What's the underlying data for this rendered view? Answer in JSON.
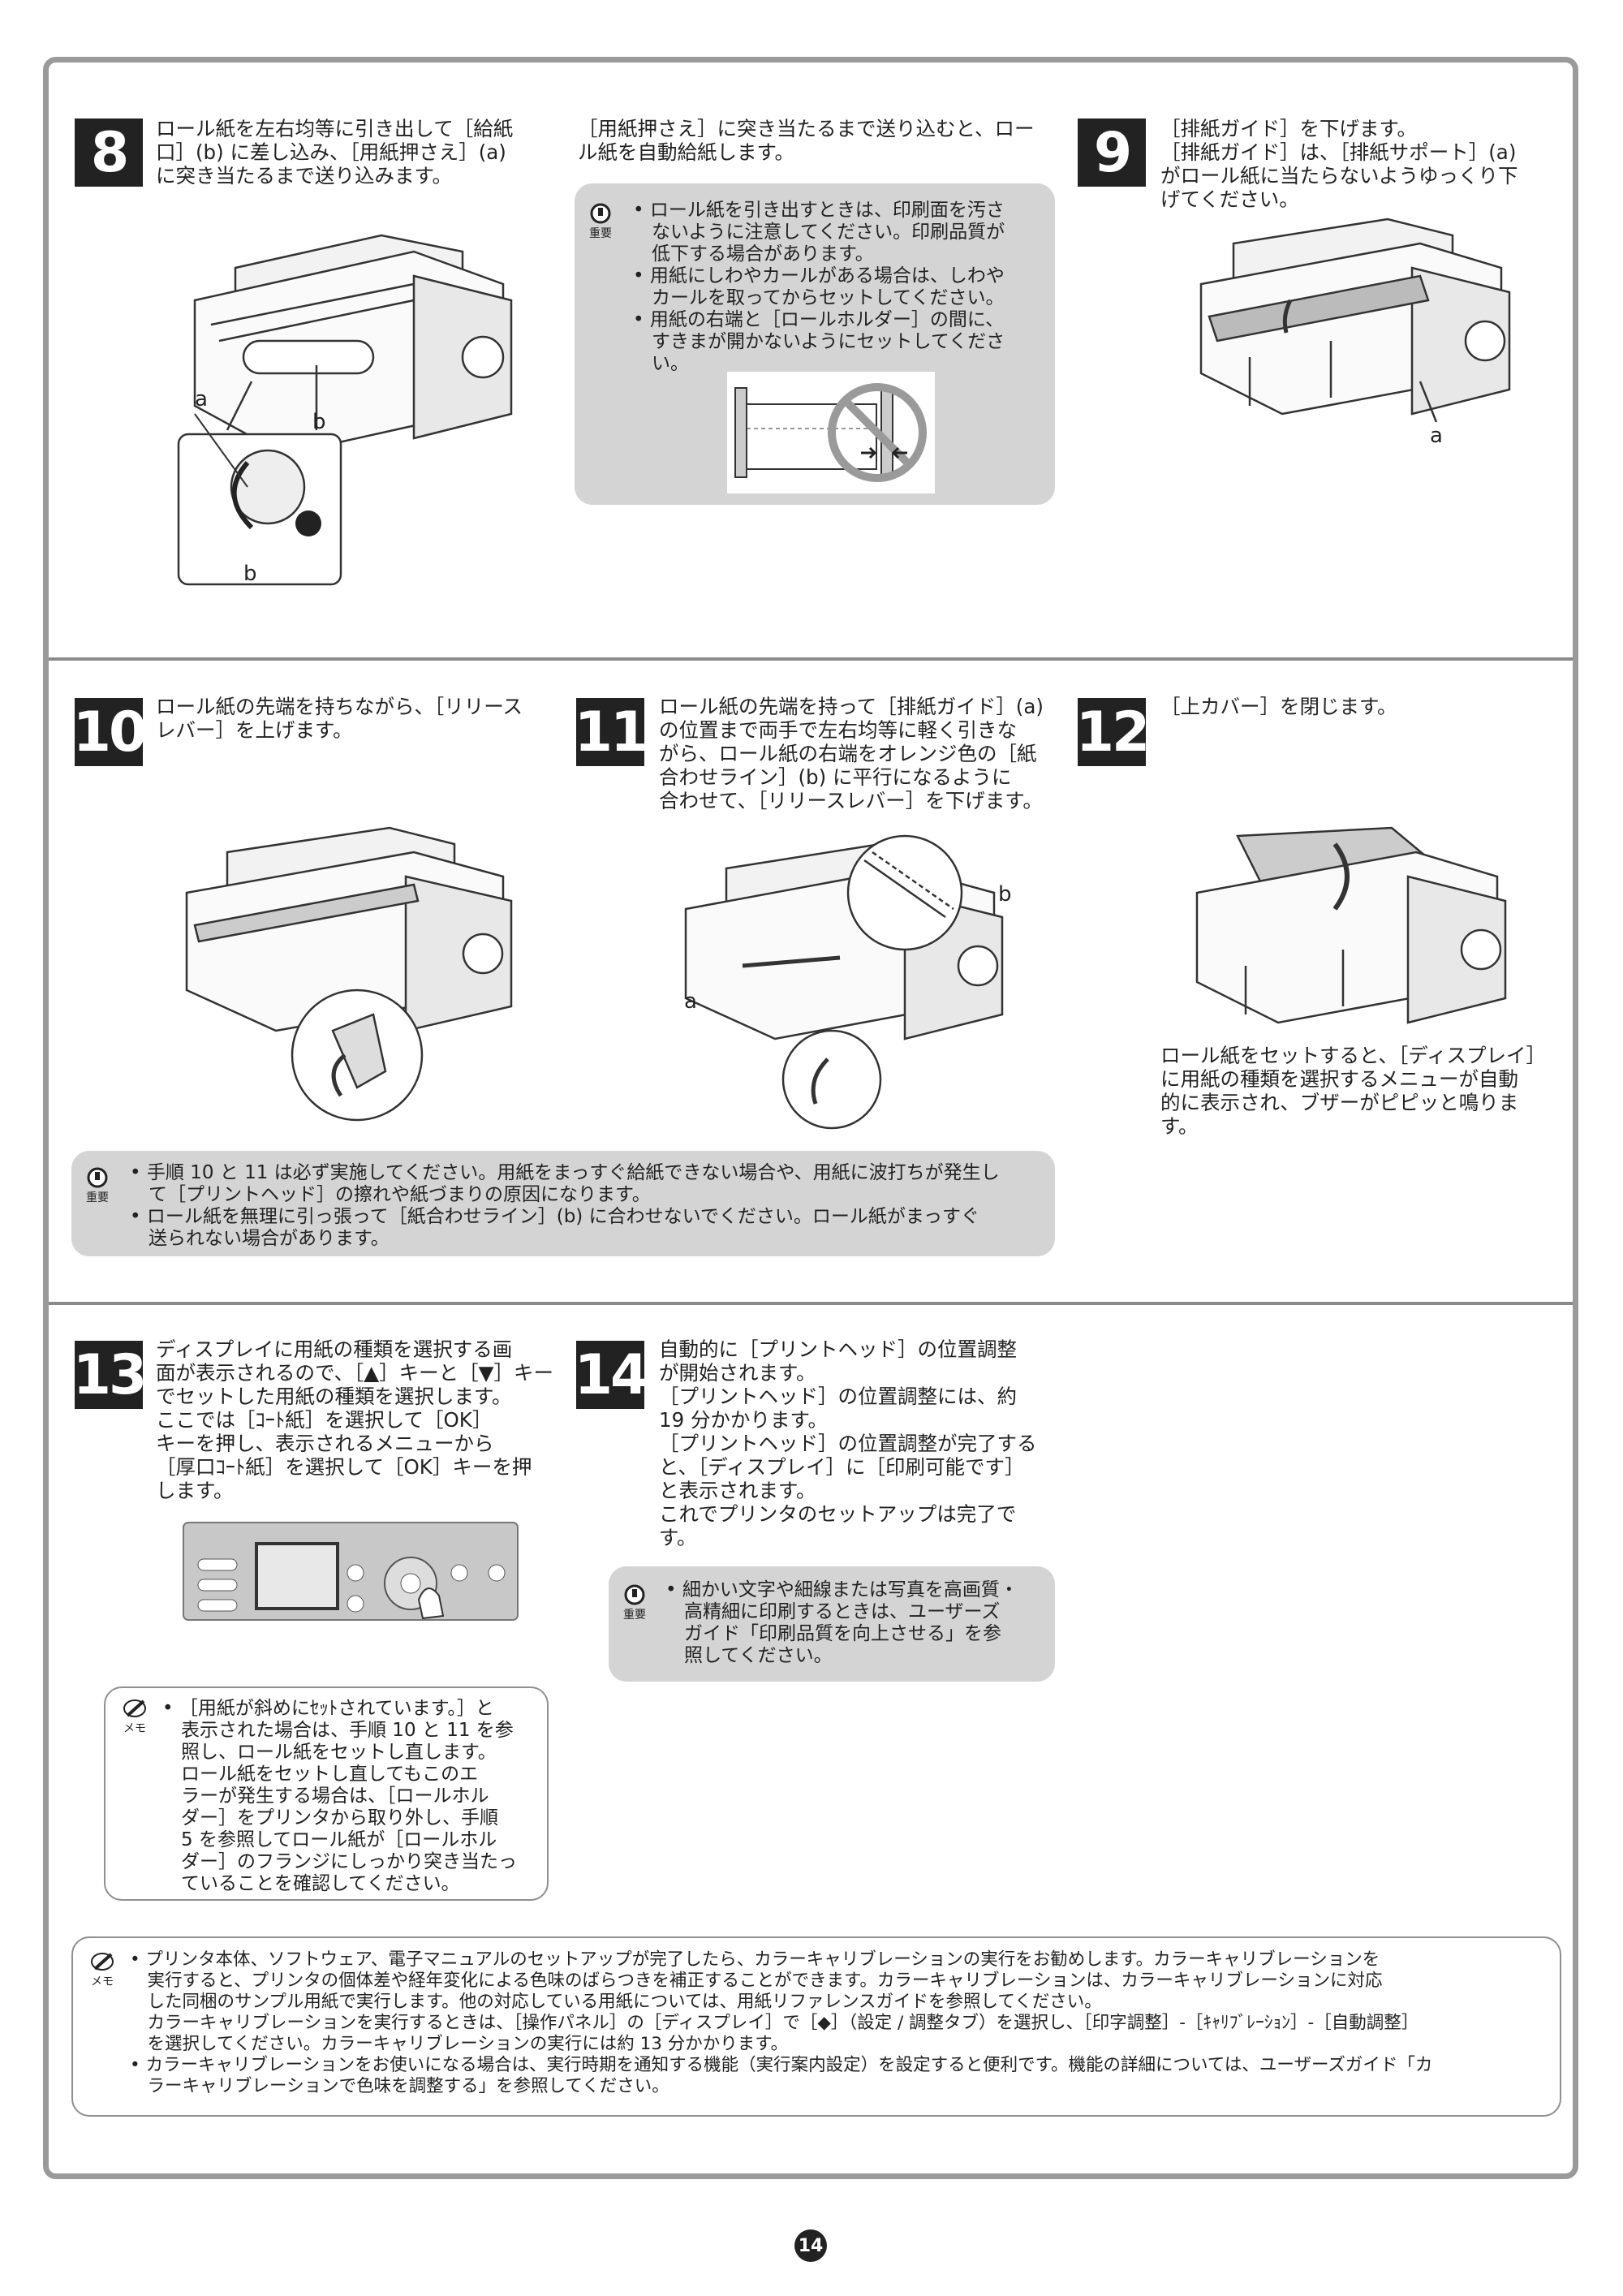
{
  "page_number": "14",
  "steps": {
    "s8": {
      "number": "8",
      "text": "ロール紙を左右均等に引き出して［給紙\n口］(b) に差し込み、［用紙押さえ］(a)\nに突き当たるまで送り込みます。",
      "continuation": "［用紙押さえ］に突き当たるまで送り込むと、ロー\nル紙を自動給紙します。",
      "label_a": "a",
      "label_b1": "b",
      "label_b2": "b"
    },
    "s9": {
      "number": "9",
      "text": "［排紙ガイド］を下げます。\n［排紙ガイド］は、［排紙サポート］(a)\nがロール紙に当たらないようゆっくり下\nげてください。",
      "label_a": "a"
    },
    "s10": {
      "number": "10",
      "text": "ロール紙の先端を持ちながら、［リリース\nレバー］を上げます。"
    },
    "s11": {
      "number": "11",
      "text": "ロール紙の先端を持って［排紙ガイド］(a)\nの位置まで両手で左右均等に軽く引きな\nがら、ロール紙の右端をオレンジ色の［紙\n合わせライン］(b) に平行になるように\n合わせて、［リリースレバー］を下げます。",
      "label_a": "a",
      "label_b": "b"
    },
    "s12": {
      "number": "12",
      "text": "［上カバー］を閉じます。",
      "after": "ロール紙をセットすると、［ディスプレイ］\nに用紙の種類を選択するメニューが自動\n的に表示され、ブザーがピピッと鳴りま\nす。"
    },
    "s13": {
      "number": "13",
      "text": "ディスプレイに用紙の種類を選択する画\n面が表示されるので、［▲］キーと［▼］キー\nでセットした用紙の種類を選択します。\nここでは［ｺｰﾄ紙］を選択して［OK］\nキーを押し、表示されるメニューから\n［厚口ｺｰﾄ紙］を選択して［OK］キーを押\nします。"
    },
    "s14": {
      "number": "14",
      "text": "自動的に［プリントヘッド］の位置調整\nが開始されます。\n［プリントヘッド］の位置調整には、約\n19 分かかります。\n［プリントヘッド］の位置調整が完了する\nと、［ディスプレイ］に［印刷可能です］\nと表示されます。\nこれでプリンタのセットアップは完了で\nす。"
    }
  },
  "notes": {
    "important_label": "重要",
    "memo_label": "メモ",
    "imp1": "• ロール紙を引き出すときは、印刷面を汚さ\n　ないように注意してください。印刷品質が\n　低下する場合があります。\n• 用紙にしわやカールがある場合は、しわや\n　カールを取ってからセットしてください。\n• 用紙の右端と［ロールホルダー］の間に、\n　すきまが開かないようにセットしてくださ\n　い。",
    "imp2": "• 手順 10 と 11 は必ず実施してください。用紙をまっすぐ給紙できない場合や、用紙に波打ちが発生し\n　て［プリントヘッド］の擦れや紙づまりの原因になります。\n• ロール紙を無理に引っ張って［紙合わせライン］(b) に合わせないでください。ロール紙がまっすぐ\n　送られない場合があります。",
    "imp3": "• 細かい文字や細線または写真を高画質・\n　高精細に印刷するときは、ユーザーズ\n　ガイド「印刷品質を向上させる」を参\n　照してください。",
    "memo1": "• ［用紙が斜めにｾｯﾄされています。］と\n　表示された場合は、手順 10 と 11 を参\n　照し、ロール紙をセットし直します。\n　ロール紙をセットし直してもこのエ\n　ラーが発生する場合は、［ロールホル\n　ダー］をプリンタから取り外し、手順\n　5 を参照してロール紙が［ロールホル\n　ダー］のフランジにしっかり突き当たっ\n　ていることを確認してください。",
    "memo2": "• プリンタ本体、ソフトウェア、電子マニュアルのセットアップが完了したら、カラーキャリブレーションの実行をお勧めします。カラーキャリブレーションを\n　実行すると、プリンタの個体差や経年変化による色味のばらつきを補正することができます。カラーキャリブレーションは、カラーキャリブレーションに対応\n　した同梱のサンプル用紙で実行します。他の対応している用紙については、用紙リファレンスガイドを参照してください。\n　カラーキャリブレーションを実行するときは、［操作パネル］の［ディスプレイ］で［◆］（設定 / 調整タブ）を選択し、［印字調整］-［ｷｬﾘﾌﾞﾚｰｼｮﾝ］-［自動調整］\n　を選択してください。カラーキャリブレーションの実行には約 13 分かかります。\n• カラーキャリブレーションをお使いになる場合は、実行時期を通知する機能（実行案内設定）を設定すると便利です。機能の詳細については、ユーザーズガイド「カ\n　ラーキャリブレーションで色味を調整する」を参照してください。"
  }
}
